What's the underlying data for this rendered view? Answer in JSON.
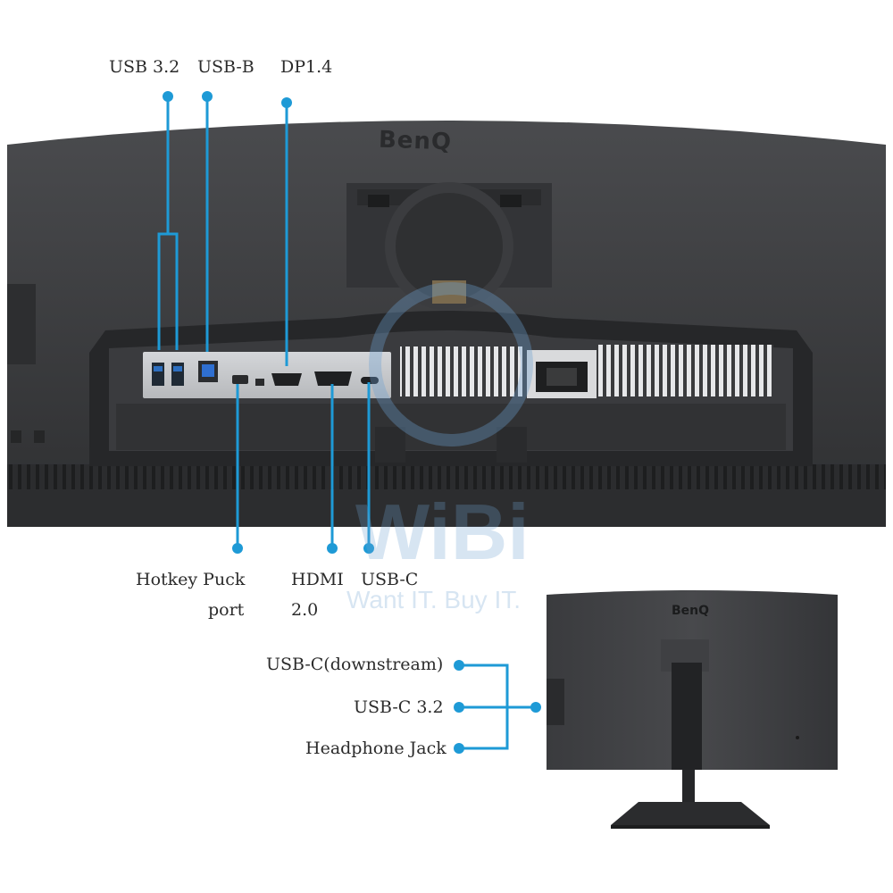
{
  "colors": {
    "accent": "#1e9ad6",
    "monitor_body": "#3b3c3f",
    "monitor_dark": "#2a2b2d",
    "port_panel": "#c9cbce",
    "vent": "#e4e5e7",
    "text": "#2b2b2b",
    "watermark": "#6ea0d2"
  },
  "brand": {
    "logo_text": "BenQ"
  },
  "top_labels": {
    "usb32": "USB 3.2",
    "usbb": "USB-B",
    "dp": "DP1.4"
  },
  "bottom_labels": {
    "hotkey_line1": "Hotkey Puck",
    "hotkey_line2": "port",
    "hdmi_line1": "HDMI",
    "hdmi_line2": "2.0",
    "usbc": "USB-C"
  },
  "side_labels": {
    "usbc_downstream": "USB-C(downstream)",
    "usbc32": "USB-C 3.2",
    "headphone": "Headphone Jack"
  },
  "watermark": {
    "line1": "WiBi",
    "line2": "Want IT. Buy IT."
  }
}
